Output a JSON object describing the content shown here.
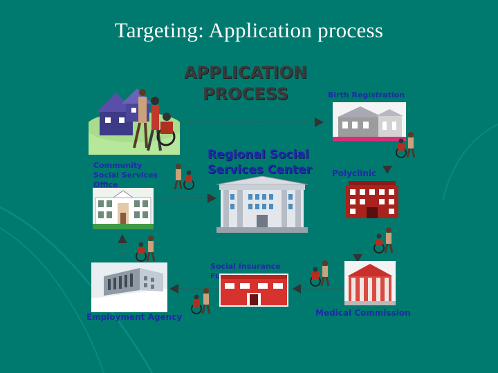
{
  "slide": {
    "title": "Targeting: Application process",
    "background_color": "#007a6f"
  },
  "diagram": {
    "heading_line1": "APPLICATION",
    "heading_line2": "PROCESS",
    "nodes": {
      "birth_registration": "Birth Registration",
      "regional_center_line1": "Regional Social",
      "regional_center_line2": "Services Center",
      "community_office_line1": "Community",
      "community_office_line2": "Social Services",
      "community_office_line3": "Office",
      "polyclinic": "Polyclinic",
      "social_insurance_line1": "Social Insurance",
      "social_insurance_line2": "Fund",
      "employment_agency": "Employment Agency",
      "medical_commission": "Medical Commission"
    },
    "label_color": "#1f2aa6",
    "heading_color": "#3a3a3a"
  }
}
